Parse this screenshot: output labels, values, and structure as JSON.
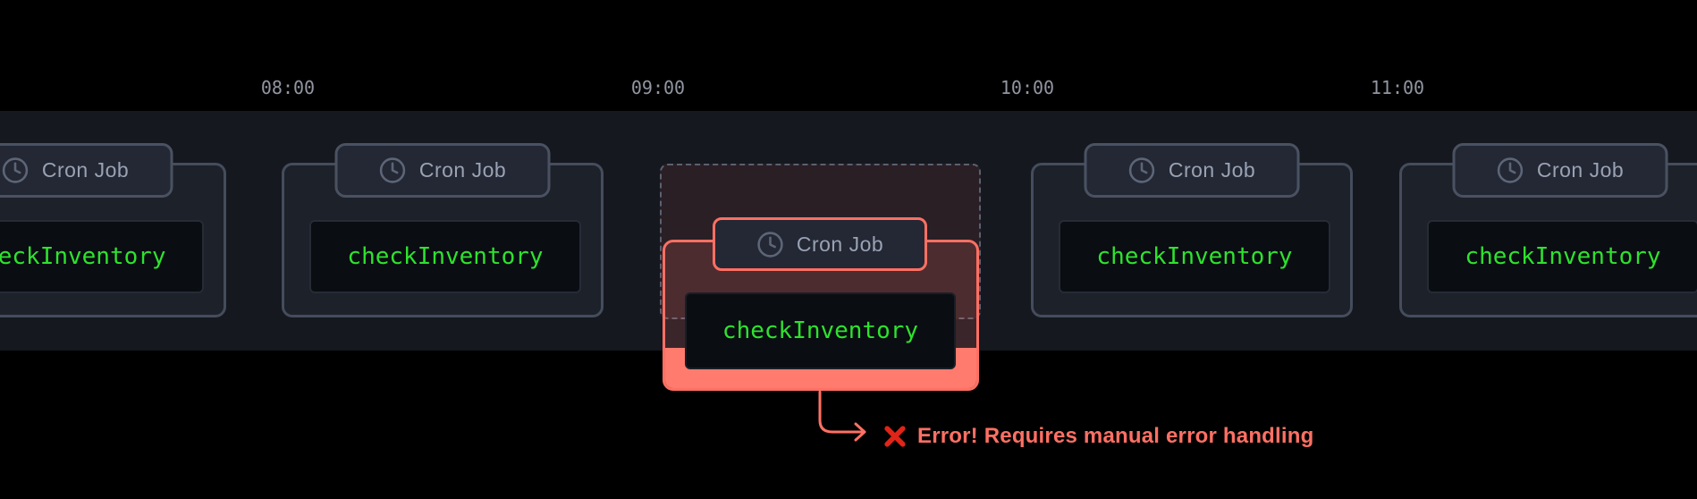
{
  "timeline": {
    "times": [
      "08:00",
      "09:00",
      "10:00",
      "11:00"
    ]
  },
  "cards": [
    {
      "tab_label": "Cron Job",
      "command": "checkInventory",
      "state": "ok"
    },
    {
      "tab_label": "Cron Job",
      "command": "checkInventory",
      "state": "ok"
    },
    {
      "tab_label": "Cron Job",
      "command": "checkInventory",
      "state": "error"
    },
    {
      "tab_label": "Cron Job",
      "command": "checkInventory",
      "state": "ok"
    },
    {
      "tab_label": "Cron Job",
      "command": "checkInventory",
      "state": "ok"
    }
  ],
  "error_annotation": {
    "icon": "x-mark-icon",
    "text": "Error! Requires manual error handling"
  },
  "colors": {
    "salmon": "#ff7064",
    "green": "#2ee22e",
    "band": "#15181f",
    "tab_text": "#9aa2b4"
  }
}
